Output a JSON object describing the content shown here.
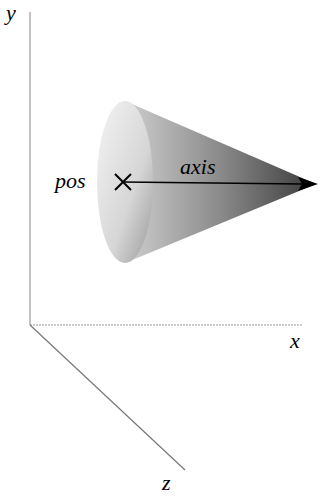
{
  "diagram": {
    "labels": [
      "y",
      "pos",
      "axis",
      "x",
      "z"
    ]
  }
}
